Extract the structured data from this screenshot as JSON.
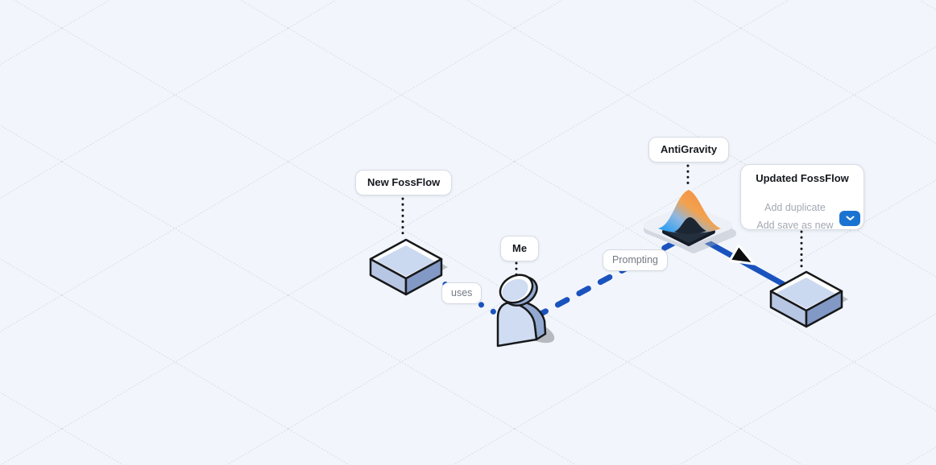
{
  "nodes": [
    {
      "id": "new-fossflow",
      "label": "New FossFlow",
      "type": "iso-box"
    },
    {
      "id": "me",
      "label": "Me",
      "type": "person"
    },
    {
      "id": "antigravity",
      "label": "AntiGravity",
      "type": "antigravity-logo"
    },
    {
      "id": "updated-fossflow",
      "label": "Updated FossFlow",
      "type": "iso-box",
      "menu": {
        "items": [
          "Add duplicate",
          "Add save as new"
        ],
        "button_icon": "chevron-down-icon"
      }
    }
  ],
  "connectors": [
    {
      "from": "new-fossflow",
      "to": "me",
      "label": "uses",
      "style": "dotted",
      "color": "#1a53be"
    },
    {
      "from": "me",
      "to": "antigravity",
      "label": "Prompting",
      "style": "dashed",
      "color": "#1a53be"
    },
    {
      "from": "antigravity",
      "to": "updated-fossflow",
      "label": "",
      "style": "solid-arrow",
      "color": "#1a53be"
    }
  ],
  "colors": {
    "background": "#f2f6fc",
    "grid_line": "#d3d7df",
    "connector_blue": "#1a53be",
    "menu_button_blue": "#1a73d1",
    "box_top_fill": "#cbd9f0",
    "box_left_fill": "#b7c6e3",
    "box_right_fill": "#8399c5",
    "outline": "#17181a"
  }
}
